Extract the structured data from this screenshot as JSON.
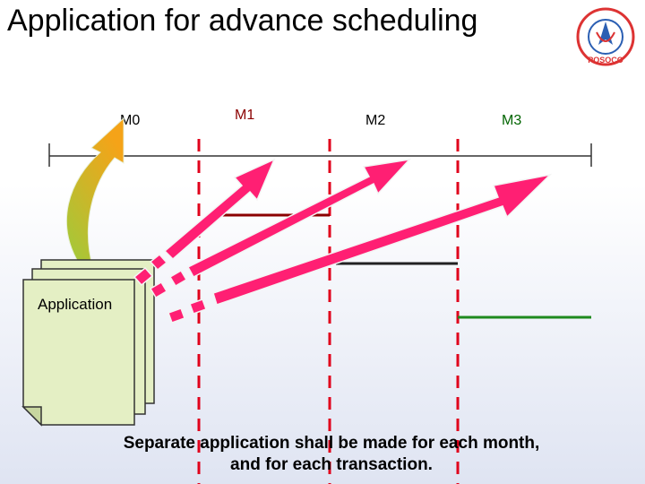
{
  "title": "Application for advance scheduling",
  "logo": {
    "text": "POSOCO",
    "icon": "posoco-logo-icon"
  },
  "timeline": {
    "months": [
      {
        "label": "M0",
        "color": "#000000"
      },
      {
        "label": "M1",
        "color": "#8b0000"
      },
      {
        "label": "M2",
        "color": "#000000"
      },
      {
        "label": "M3",
        "color": "#006400"
      }
    ]
  },
  "colors": {
    "arrow": "#ff1f73",
    "divider": "#e0001b",
    "curved_arrow": "#f2a31b",
    "document": "#e4efc4"
  },
  "document": {
    "label": "Application"
  },
  "caption": {
    "line1": "Separate application shall be made for each month,",
    "line2": "and for each transaction."
  }
}
